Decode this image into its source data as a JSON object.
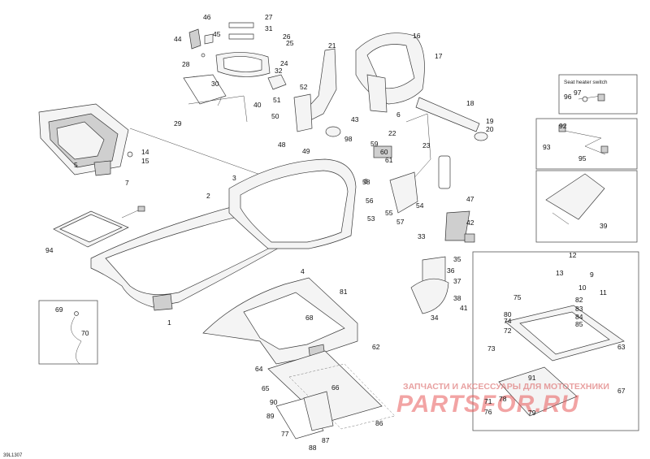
{
  "diagram": {
    "code": "39L1307",
    "inset_caption": "Seat heater switch",
    "watermark_line": "ЗАПЧАСТИ И АКСЕССУАРЫ ДЛЯ МОТОТЕХНИКИ",
    "watermark_brand": "PARTSFOR.RU",
    "callouts": [
      "1",
      "2",
      "3",
      "4",
      "5",
      "6",
      "7",
      "8",
      "9",
      "10",
      "11",
      "12",
      "13",
      "14",
      "15",
      "16",
      "17",
      "18",
      "19",
      "20",
      "21",
      "22",
      "23",
      "24",
      "25",
      "26",
      "27",
      "28",
      "29",
      "30",
      "31",
      "32",
      "33",
      "34",
      "35",
      "36",
      "37",
      "38",
      "39",
      "40",
      "41",
      "42",
      "43",
      "44",
      "45",
      "46",
      "47",
      "48",
      "49",
      "50",
      "51",
      "52",
      "53",
      "54",
      "55",
      "56",
      "57",
      "58",
      "59",
      "60",
      "61",
      "62",
      "63",
      "64",
      "65",
      "66",
      "67",
      "68",
      "69",
      "70",
      "71",
      "72",
      "73",
      "74",
      "75",
      "76",
      "77",
      "78",
      "79",
      "80",
      "81",
      "82",
      "83",
      "84",
      "85",
      "86",
      "87",
      "88",
      "89",
      "90",
      "91",
      "92",
      "93",
      "94",
      "95",
      "96",
      "97",
      "98"
    ]
  },
  "colors": {
    "line": "#3a3a3a",
    "fill": "#f4f4f4",
    "watermark": "#e85a5a"
  }
}
